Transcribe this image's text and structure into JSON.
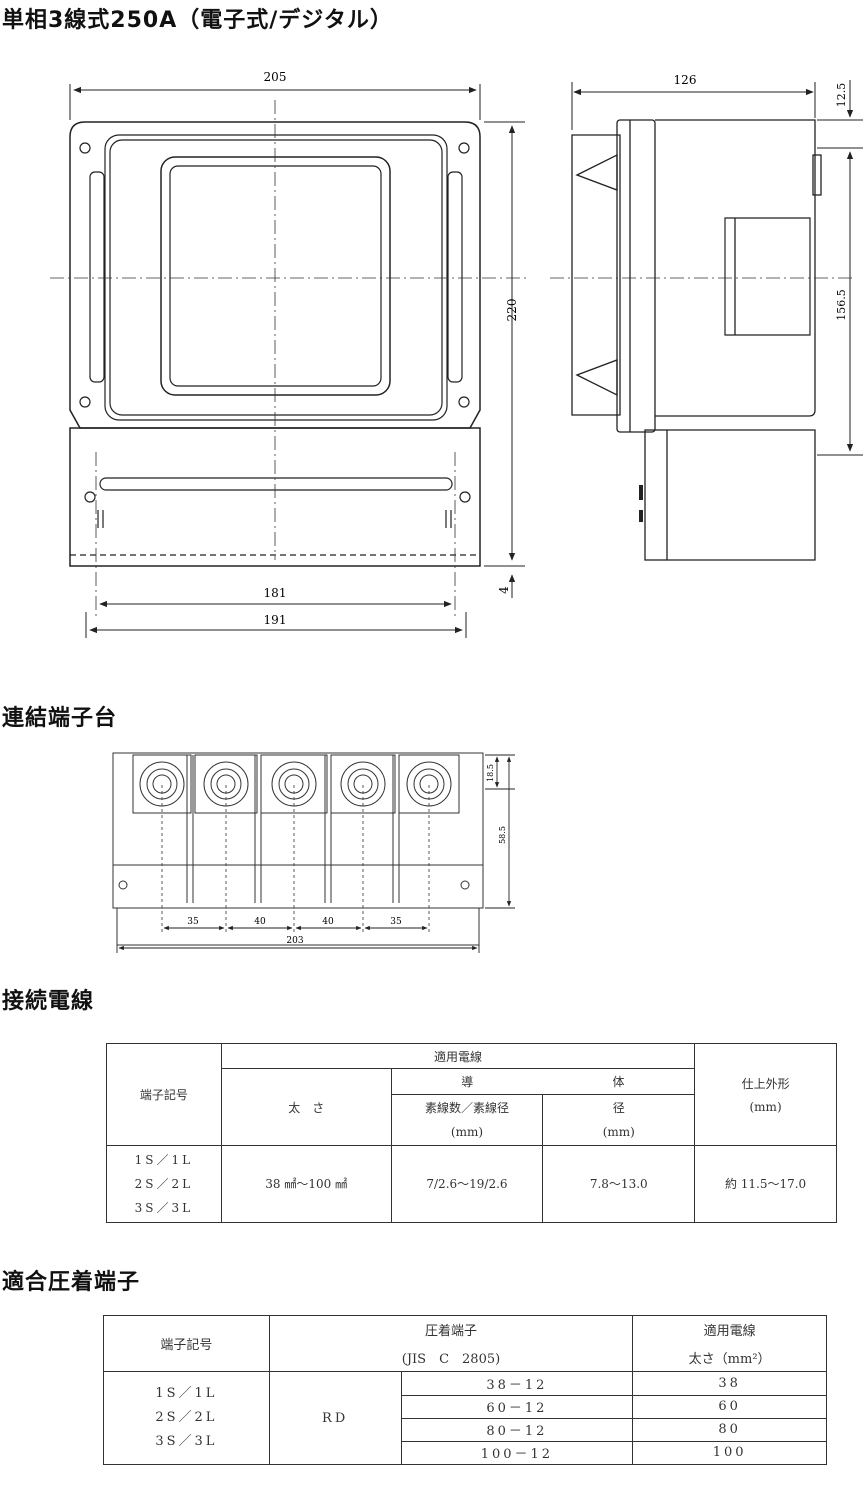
{
  "headings": {
    "main": "単相3線式250A（電子式/デジタル）",
    "terminal_block": "連結端子台",
    "wires": "接続電線",
    "crimp": "適合圧着端子"
  },
  "front_view": {
    "dim_width_top": "205",
    "dim_height": "220",
    "dim_181": "181",
    "dim_191": "191",
    "dim_4": "4"
  },
  "side_view": {
    "dim_depth": "126",
    "dim_12_5": "12.5",
    "dim_156_5": "156.5"
  },
  "block_view": {
    "dim_18_5": "18.5",
    "dim_58_5": "58.5",
    "pitch": [
      "35",
      "40",
      "40",
      "35"
    ],
    "dim_total": "203"
  },
  "wire_table": {
    "h_terminal": "端子記号",
    "h_applicable": "適用電線",
    "h_size": "太　さ",
    "h_conductor_left": "導",
    "h_conductor_right": "体",
    "h_strands": "素線数／素線径",
    "h_strands_unit": "(mm)",
    "h_diameter": "径",
    "h_diameter_unit": "(mm)",
    "h_outer": "仕上外形",
    "h_outer_unit": "(mm)",
    "terminals": [
      "1S／1L",
      "2S／2L",
      "3S／3L"
    ],
    "size": "38 ㎟～100 ㎟",
    "strands": "7/2.6～19/2.6",
    "diameter": "7.8～13.0",
    "outer": "約 11.5～17.0"
  },
  "crimp_table": {
    "h_terminal": "端子記号",
    "h_crimp": "圧着端子",
    "h_crimp_std": "(JIS　C　2805)",
    "h_wire": "適用電線",
    "h_wire_unit": "太さ（mm²）",
    "terminals": [
      "1S／1L",
      "2S／2L",
      "3S／3L"
    ],
    "type": "RD",
    "rows": [
      {
        "spec": "38－12",
        "size": "38"
      },
      {
        "spec": "60－12",
        "size": "60"
      },
      {
        "spec": "80－12",
        "size": "80"
      },
      {
        "spec": "100－12",
        "size": "100"
      }
    ]
  }
}
